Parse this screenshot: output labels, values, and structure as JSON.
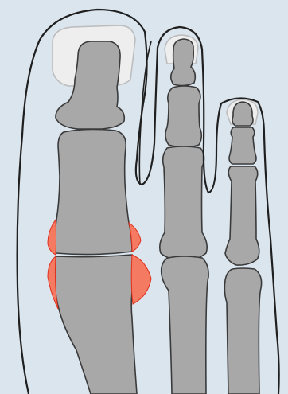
{
  "diagram": {
    "subject": "toe-bones-with-joint-swelling",
    "colors": {
      "background": "#dbe5ee",
      "outline": "#1f1f1f",
      "bone": "#a8a8a8",
      "bone_edge": "#3a3a3a",
      "nail": "#eeeeee",
      "highlight": "#f47a62",
      "highlight_edge": "#e0301e"
    },
    "digits": [
      {
        "id": "big-toe",
        "segments": [
          "distal-phalanx",
          "proximal-phalanx",
          "metatarsal"
        ]
      },
      {
        "id": "second-toe",
        "segments": [
          "distal-phalanx",
          "middle-phalanx",
          "proximal-phalanx",
          "metatarsal"
        ]
      },
      {
        "id": "third-toe",
        "segments": [
          "distal-phalanx",
          "middle-phalanx",
          "proximal-phalanx",
          "metatarsal"
        ]
      }
    ],
    "highlighted_region": "big-toe-metatarsophalangeal-joint"
  }
}
